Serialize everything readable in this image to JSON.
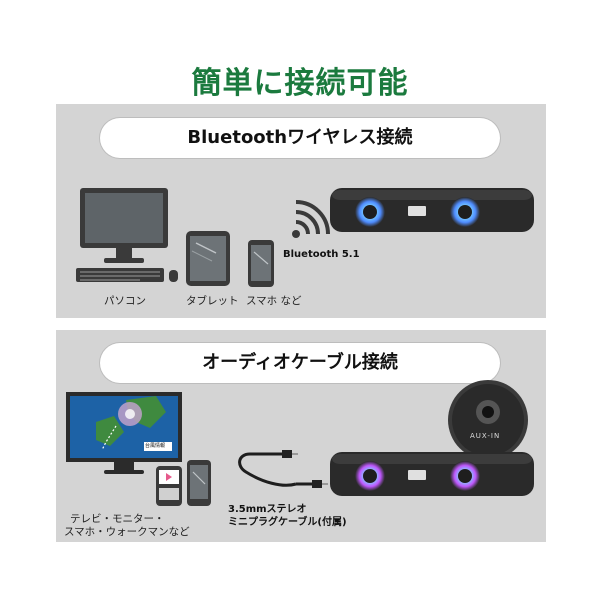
{
  "headline": "簡単に接続可能",
  "bluetooth_section": {
    "title": "Bluetoothワイヤレス接続",
    "signal_label": "Bluetooth 5.1",
    "device_labels": [
      "パソコン",
      "タブレット",
      "スマホ など"
    ]
  },
  "cable_section": {
    "title": "オーディオケーブル接続",
    "device_caption_line1": "テレビ・モニター・",
    "device_caption_line2": "スマホ・ウォークマンなど",
    "cable_caption_line1": "3.5mmステレオ",
    "cable_caption_line2": "ミニプラグケーブル(付属)",
    "port_label": "AUX-IN",
    "tv_screen_tag": "台風情報"
  },
  "colors": {
    "headline": "#1b7a3e",
    "panel": "#d4d4d4",
    "speaker_body": "#2a2a2a",
    "led_glow": "#55c8ff"
  }
}
